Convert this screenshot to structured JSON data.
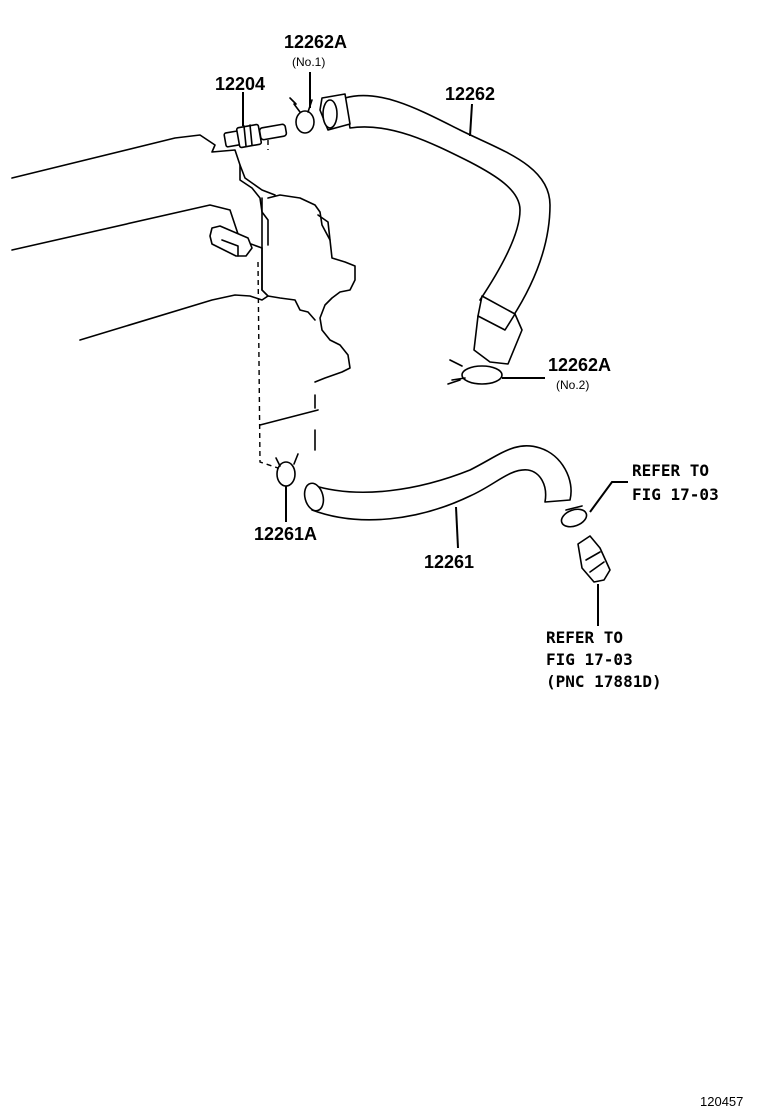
{
  "parts": {
    "p12262a_no1": {
      "number": "12262A",
      "note": "(No.1)"
    },
    "p12204": {
      "number": "12204"
    },
    "p12262": {
      "number": "12262"
    },
    "p12262a_no2": {
      "number": "12262A",
      "note": "(No.2)"
    },
    "p12261a": {
      "number": "12261A"
    },
    "p12261": {
      "number": "12261"
    }
  },
  "references": {
    "ref1": {
      "line1": "REFER TO",
      "line2": "FIG 17-03"
    },
    "ref2": {
      "line1": "REFER TO",
      "line2": "FIG 17-03",
      "line3": "(PNC 17881D)"
    }
  },
  "figure_number": "120457"
}
